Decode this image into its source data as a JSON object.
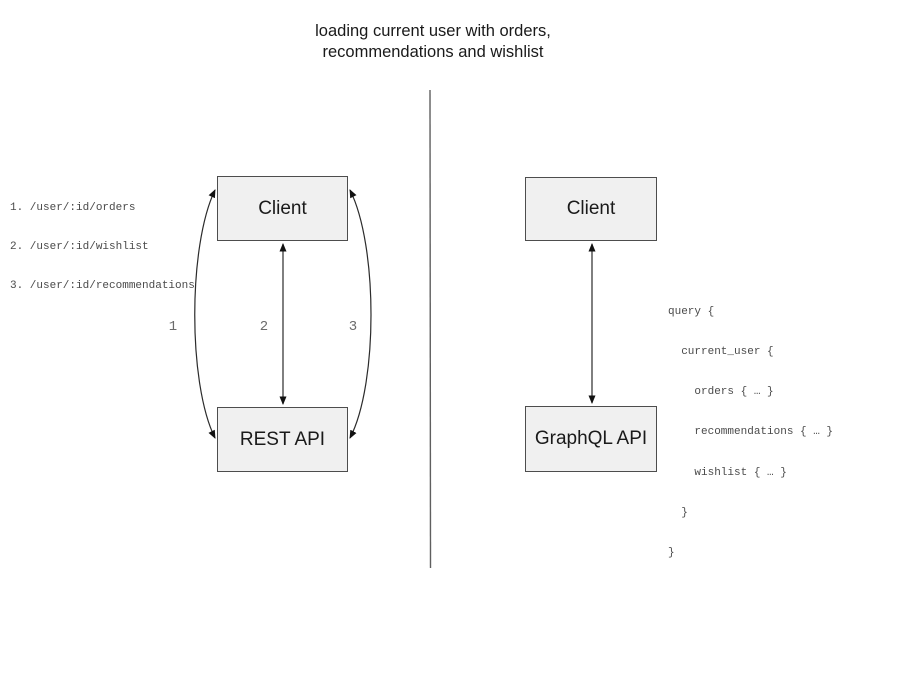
{
  "title": {
    "line1": "loading current user with orders,",
    "line2": "recommendations and wishlist"
  },
  "rest_panel": {
    "endpoints": [
      "1. /user/:id/orders",
      "2. /user/:id/wishlist",
      "3. /user/:id/recommendations"
    ],
    "client_label": "Client",
    "api_label": "REST API",
    "arrow_labels": [
      "1",
      "2",
      "3"
    ]
  },
  "graphql_panel": {
    "client_label": "Client",
    "api_label": "GraphQL API",
    "query_lines": [
      "query {",
      "  current_user {",
      "    orders { … }",
      "    recommendations { … }",
      "    wishlist { … }",
      "  }",
      "}"
    ]
  },
  "colors": {
    "box_fill": "#f0f0f0",
    "box_border": "#4d4d4d",
    "text": "#1a1a1a",
    "mono_text": "#4a4a4a",
    "arrow": "#2b2b2b",
    "divider": "#5f5f5f"
  }
}
